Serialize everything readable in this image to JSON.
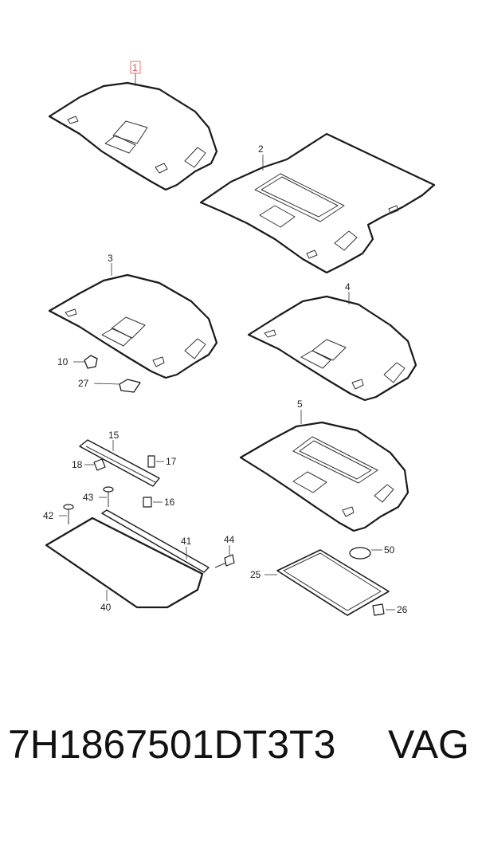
{
  "diagram": {
    "parts": [
      {
        "id": "1",
        "boxed": true
      },
      {
        "id": "2"
      },
      {
        "id": "3"
      },
      {
        "id": "4"
      },
      {
        "id": "5"
      },
      {
        "id": "10"
      },
      {
        "id": "27"
      },
      {
        "id": "15"
      },
      {
        "id": "17"
      },
      {
        "id": "18"
      },
      {
        "id": "43"
      },
      {
        "id": "16"
      },
      {
        "id": "42"
      },
      {
        "id": "41"
      },
      {
        "id": "44"
      },
      {
        "id": "40"
      },
      {
        "id": "50"
      },
      {
        "id": "25"
      },
      {
        "id": "26"
      }
    ]
  },
  "caption": {
    "part_number": "7H1867501DT3T3",
    "brand": "VAG"
  }
}
